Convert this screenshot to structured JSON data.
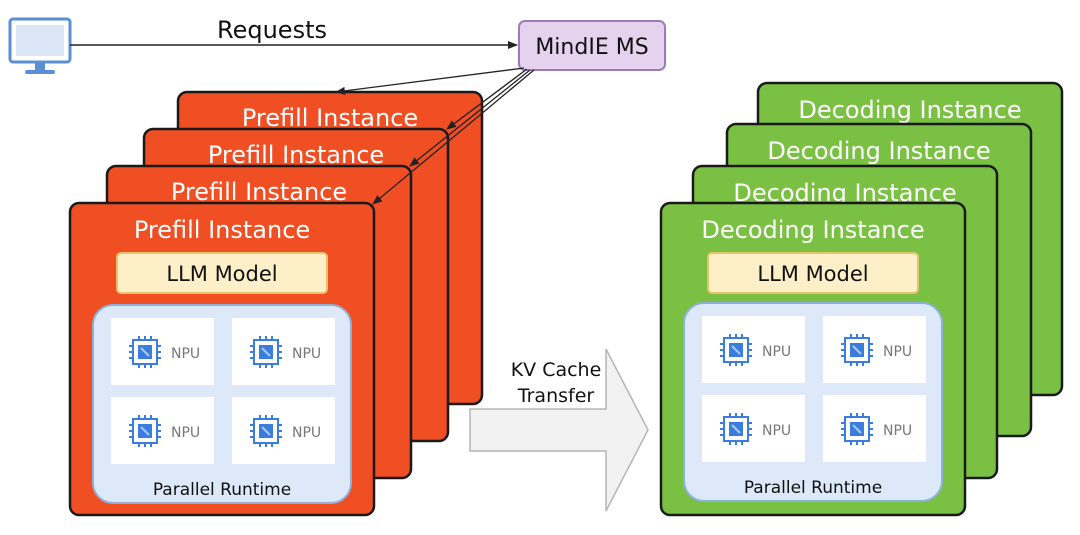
{
  "client": {
    "icon": "monitor-icon",
    "requests_label": "Requests"
  },
  "router": {
    "label": "MindIE MS"
  },
  "prefill": {
    "instance_title": "Prefill Instance",
    "model_label": "LLM Model",
    "npu_label": "NPU",
    "runtime_label": "Parallel Runtime",
    "color": "#f04e23"
  },
  "decoding": {
    "instance_title": "Decoding Instance",
    "model_label": "LLM Model",
    "npu_label": "NPU",
    "runtime_label": "Parallel Runtime",
    "color": "#7ac143"
  },
  "transfer": {
    "line1": "KV Cache",
    "line2": "Transfer"
  },
  "colors": {
    "router_fill": "#e4d2ee",
    "router_stroke": "#9b7cb8",
    "model_fill": "#fdf0c8",
    "model_stroke": "#e6c36a",
    "runtime_fill": "#dde9f8",
    "runtime_stroke": "#8fb0d8",
    "chip_blue": "#3b7ddd",
    "monitor_blue": "#5b8fd4"
  }
}
